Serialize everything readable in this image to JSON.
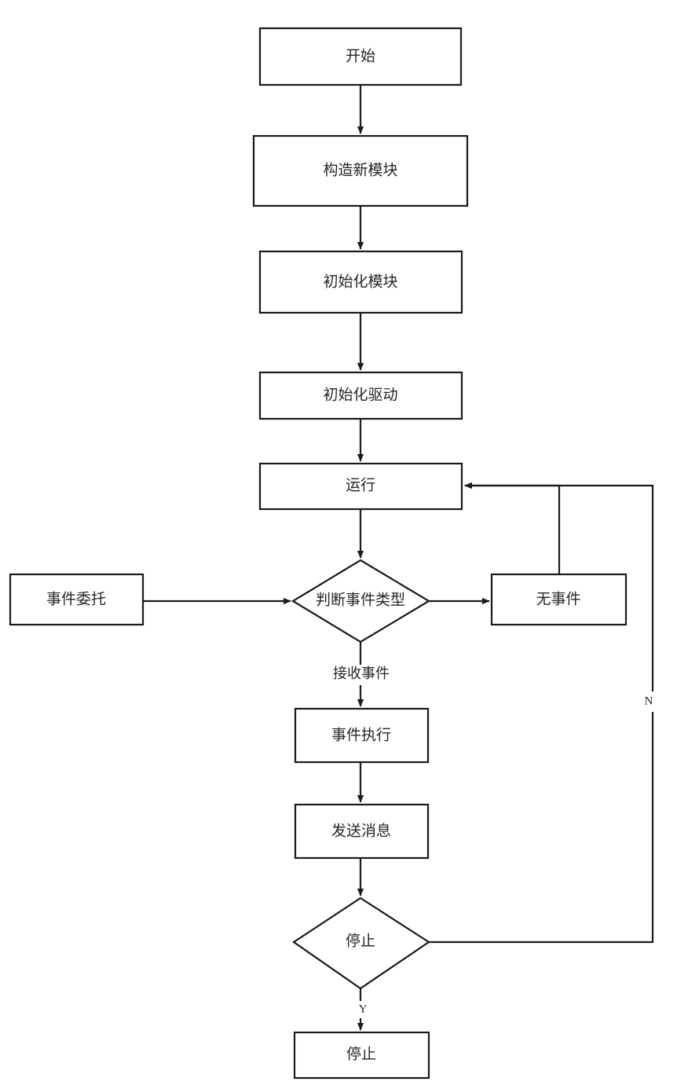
{
  "diagram": {
    "type": "flowchart",
    "title": "",
    "orientation": "top-to-bottom",
    "language": "zh-CN",
    "colors": {
      "background": "#ffffff",
      "stroke": "#1a1a1a",
      "text": "#262626",
      "fill": "#ffffff"
    },
    "nodes": [
      {
        "id": "start",
        "label": "开始",
        "shape": "rectangle"
      },
      {
        "id": "build",
        "label": "构造新模块",
        "shape": "rectangle"
      },
      {
        "id": "init_mod",
        "label": "初始化模块",
        "shape": "rectangle"
      },
      {
        "id": "init_drv",
        "label": "初始化驱动",
        "shape": "rectangle"
      },
      {
        "id": "run",
        "label": "运行",
        "shape": "rectangle"
      },
      {
        "id": "delegate",
        "label": "事件委托",
        "shape": "rectangle"
      },
      {
        "id": "decide_evt",
        "label": "判断事件类型",
        "shape": "diamond"
      },
      {
        "id": "no_event",
        "label": "无事件",
        "shape": "rectangle"
      },
      {
        "id": "exec_evt",
        "label": "事件执行",
        "shape": "rectangle"
      },
      {
        "id": "send_msg",
        "label": "发送消息",
        "shape": "rectangle"
      },
      {
        "id": "decide_stop",
        "label": "停止",
        "shape": "diamond"
      },
      {
        "id": "stop",
        "label": "停止",
        "shape": "rectangle"
      }
    ],
    "edges": [
      {
        "from": "start",
        "to": "build",
        "label": ""
      },
      {
        "from": "build",
        "to": "init_mod",
        "label": ""
      },
      {
        "from": "init_mod",
        "to": "init_drv",
        "label": ""
      },
      {
        "from": "init_drv",
        "to": "run",
        "label": ""
      },
      {
        "from": "run",
        "to": "decide_evt",
        "label": ""
      },
      {
        "from": "delegate",
        "to": "decide_evt",
        "label": ""
      },
      {
        "from": "decide_evt",
        "to": "no_event",
        "label": ""
      },
      {
        "from": "no_event",
        "to": "run",
        "label": ""
      },
      {
        "from": "decide_evt",
        "to": "exec_evt",
        "label": "接收事件"
      },
      {
        "from": "exec_evt",
        "to": "send_msg",
        "label": ""
      },
      {
        "from": "send_msg",
        "to": "decide_stop",
        "label": ""
      },
      {
        "from": "decide_stop",
        "to": "stop",
        "label": "Y"
      },
      {
        "from": "decide_stop",
        "to": "run",
        "label": "N"
      }
    ],
    "edge_labels": {
      "receive_event": "接收事件",
      "yes": "Y",
      "no": "N"
    }
  }
}
